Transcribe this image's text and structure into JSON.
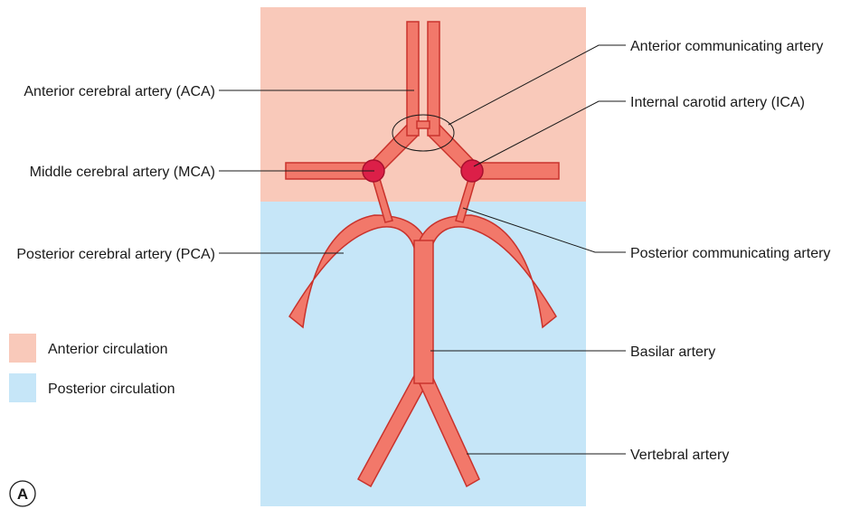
{
  "regions": {
    "anterior_color": "#f9c9ba",
    "posterior_color": "#c6e6f8"
  },
  "artery_colors": {
    "fill": "#f2786a",
    "stroke": "#c9322c",
    "junction_fill": "#dc1f48",
    "junction_stroke": "#a8102e"
  },
  "labels": {
    "aca": "Anterior cerebral artery (ACA)",
    "mca": "Middle cerebral artery (MCA)",
    "pca": "Posterior cerebral artery (PCA)",
    "acomm": "Anterior communicating artery",
    "ica": "Internal carotid artery (ICA)",
    "pcomm": "Posterior communicating artery",
    "basilar": "Basilar artery",
    "vertebral": "Vertebral artery"
  },
  "legend": {
    "items": [
      {
        "label": "Anterior circulation",
        "color": "#f9c9ba"
      },
      {
        "label": "Posterior circulation",
        "color": "#c6e6f8"
      }
    ]
  },
  "panel_letter": "A"
}
